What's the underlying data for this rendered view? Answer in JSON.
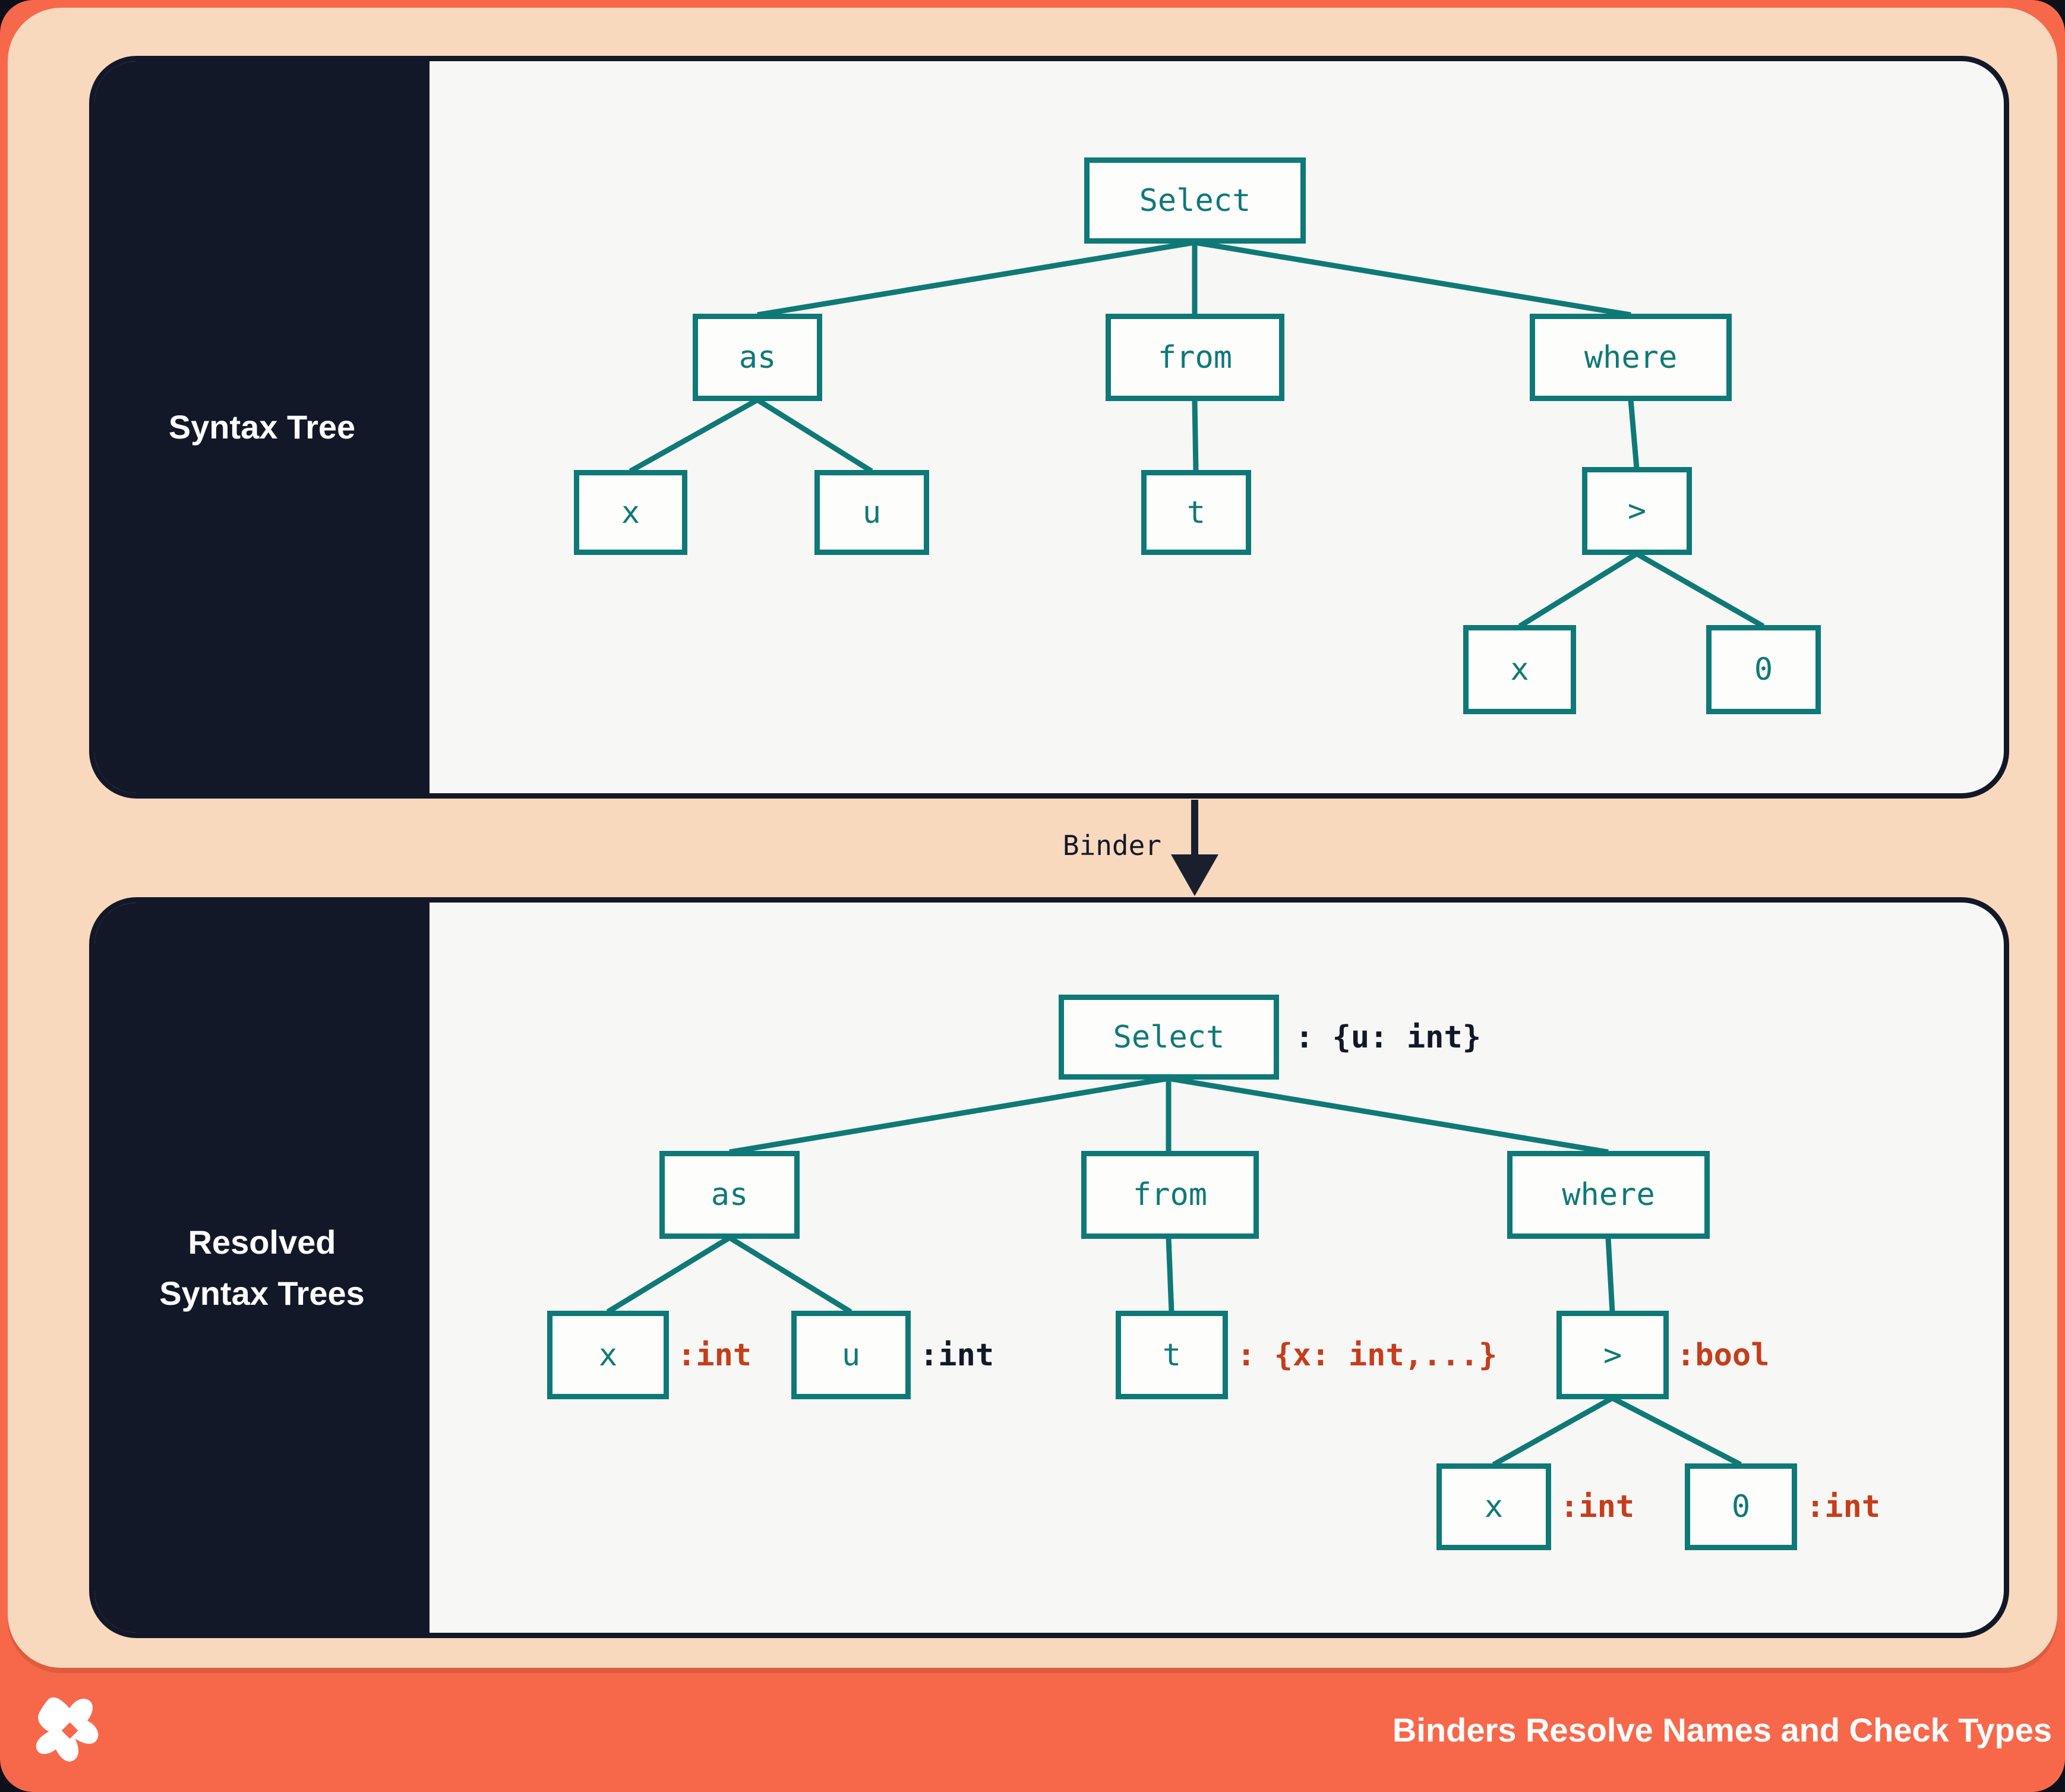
{
  "colors": {
    "orange": "#F7684A",
    "peach": "#F8D9BD",
    "navy": "#131828",
    "panel": "#F7F7F5",
    "node_bg": "#FDFDFC",
    "teal": "#0E7977",
    "red": "#C63D1C",
    "white": "#FFFFFF"
  },
  "panels": {
    "syntax": {
      "title": "Syntax Tree"
    },
    "resolved": {
      "title_line1": "Resolved",
      "title_line2": "Syntax Trees"
    }
  },
  "binder": {
    "label": "Binder"
  },
  "banner": {
    "title": "Binders Resolve Names and Check Types",
    "logo": "pinwheel-star-logo"
  },
  "syntax_tree": {
    "select": "Select",
    "as": "as",
    "from": "from",
    "where": "where",
    "x": "x",
    "u": "u",
    "t": "t",
    "gt": ">",
    "x2": "x",
    "zero": "0"
  },
  "resolved_tree": {
    "select": "Select",
    "select_type": ": {u: int}",
    "as": "as",
    "from": "from",
    "where": "where",
    "x": "x",
    "x_type": ":int",
    "u": "u",
    "u_type": ":int",
    "t": "t",
    "t_type": ": {x: int,...}",
    "gt": ">",
    "gt_type": ":bool",
    "x2": "x",
    "x2_type": ":int",
    "zero": "0",
    "zero_type": ":int"
  }
}
